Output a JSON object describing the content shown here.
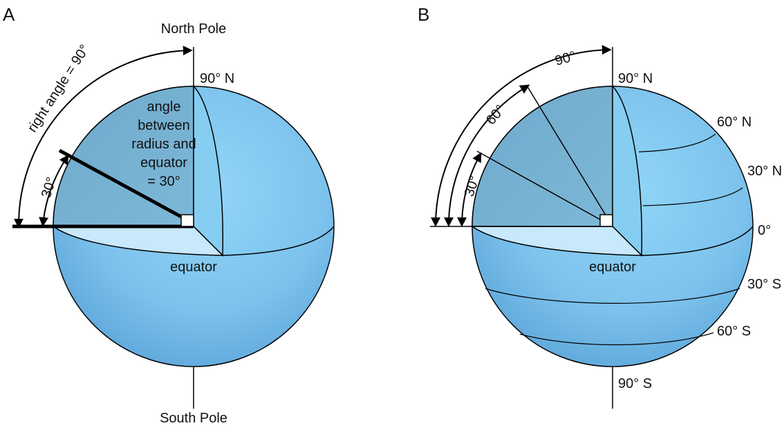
{
  "colors": {
    "sphere_light": "#8fd3f7",
    "sphere_dark": "#5aa8dd",
    "wedge": "#77b3d3",
    "section_face": "#86cdf2",
    "equator_plane": "#c8e8fb",
    "line": "#000000"
  },
  "panel_a": {
    "letter": "A",
    "north_pole": "North Pole",
    "south_pole": "South Pole",
    "pole_latitude": "90° N",
    "right_angle": "right angle = 90°",
    "small_angle": "30°",
    "angle_note": [
      "angle",
      "between",
      "radius and",
      "equator",
      "= 30°"
    ],
    "equator": "equator"
  },
  "panel_b": {
    "letter": "B",
    "arc_90": "90°",
    "arc_60": "60°",
    "arc_30": "30°",
    "equator": "equator",
    "latitudes": {
      "n90": "90° N",
      "n60": "60° N",
      "n30": "30° N",
      "zero": "0°",
      "s30": "30° S",
      "s60": "60° S",
      "s90": "90° S"
    }
  }
}
